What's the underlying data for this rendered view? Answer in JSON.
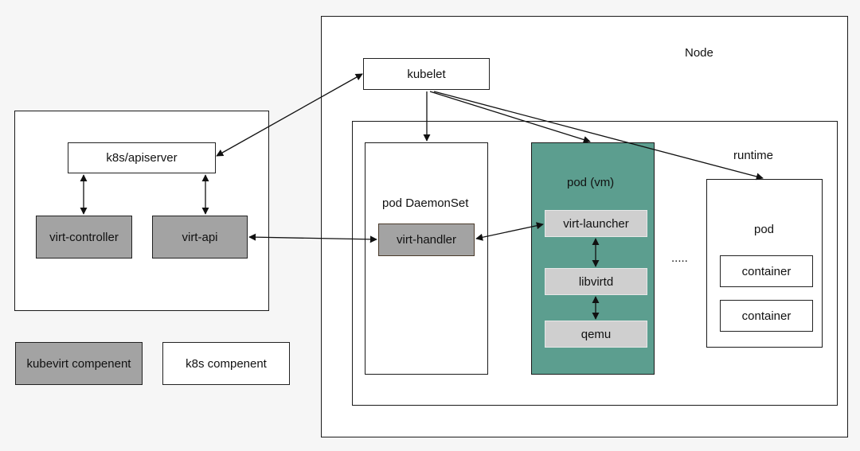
{
  "node": {
    "title": "Node"
  },
  "cluster": {
    "apiserver": "k8s/apiserver",
    "virt_controller": "virt-controller",
    "virt_api": "virt-api"
  },
  "kubelet": "kubelet",
  "runtime": {
    "title": "runtime"
  },
  "daemonset": {
    "title": "pod DaemonSet",
    "handler": "virt-handler"
  },
  "vm_pod": {
    "title": "pod (vm)",
    "launcher": "virt-launcher",
    "libvirtd": "libvirtd",
    "qemu": "qemu"
  },
  "ellipsis": ".....",
  "pod": {
    "title": "pod",
    "containers": [
      "container",
      "container"
    ]
  },
  "legend": {
    "kubevirt": "kubevirt  compenent",
    "k8s": "k8s compenent"
  }
}
